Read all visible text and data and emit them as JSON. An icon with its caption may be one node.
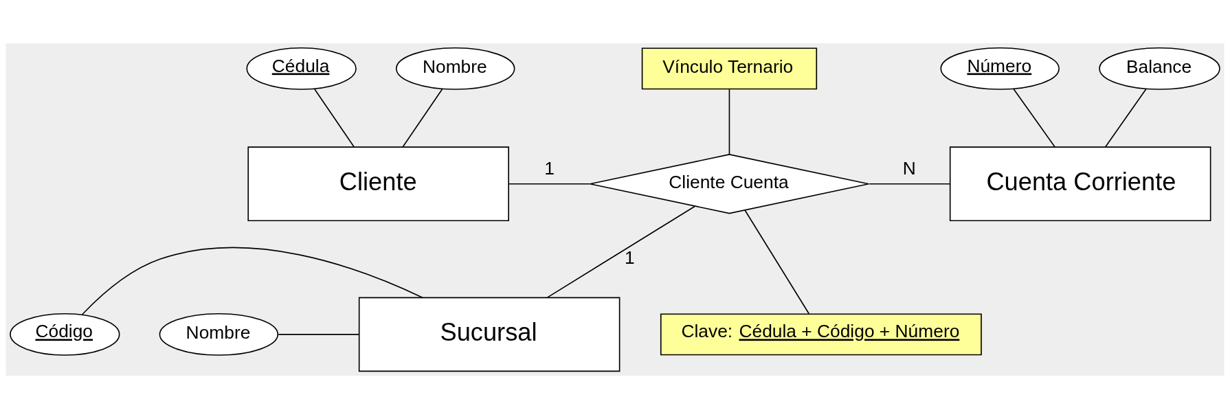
{
  "diagram": {
    "nodes": [
      {
        "text": [
          "Cliente"
        ]
      },
      {
        "text": [
          "Cédula"
        ]
      },
      {
        "text": [
          "Nombre"
        ]
      },
      {
        "text": [
          "Cliente Cuenta"
        ]
      },
      {
        "text": [
          "Cuenta Corriente"
        ]
      },
      {
        "text": [
          "Número"
        ]
      },
      {
        "text": [
          "Balance"
        ]
      },
      {
        "text": [
          "Sucursal"
        ]
      },
      {
        "text": [
          "Código"
        ]
      },
      {
        "text": [
          "Nombre"
        ]
      },
      {
        "text": [
          "Vínculo Ternario"
        ]
      },
      {
        "text": [
          "Clave: Cédula + Código + Número"
        ]
      }
    ],
    "edges": [
      {
        "from": 1,
        "to": 0,
        "arrow": "none"
      },
      {
        "from": 2,
        "to": 0,
        "arrow": "none"
      },
      {
        "from": 0,
        "to": 3,
        "arrow": "none",
        "label": "1"
      },
      {
        "from": 3,
        "to": 4,
        "arrow": "none",
        "label": "N"
      },
      {
        "from": 5,
        "to": 4,
        "arrow": "none"
      },
      {
        "from": 6,
        "to": 4,
        "arrow": "none"
      },
      {
        "from": 3,
        "to": 7,
        "arrow": "none",
        "label": "1"
      },
      {
        "from": 8,
        "to": 7,
        "arrow": "none"
      },
      {
        "from": 9,
        "to": 7,
        "arrow": "none"
      },
      {
        "from": 10,
        "to": 3,
        "arrow": "none"
      },
      {
        "from": 11,
        "to": 3,
        "arrow": "none"
      }
    ]
  }
}
